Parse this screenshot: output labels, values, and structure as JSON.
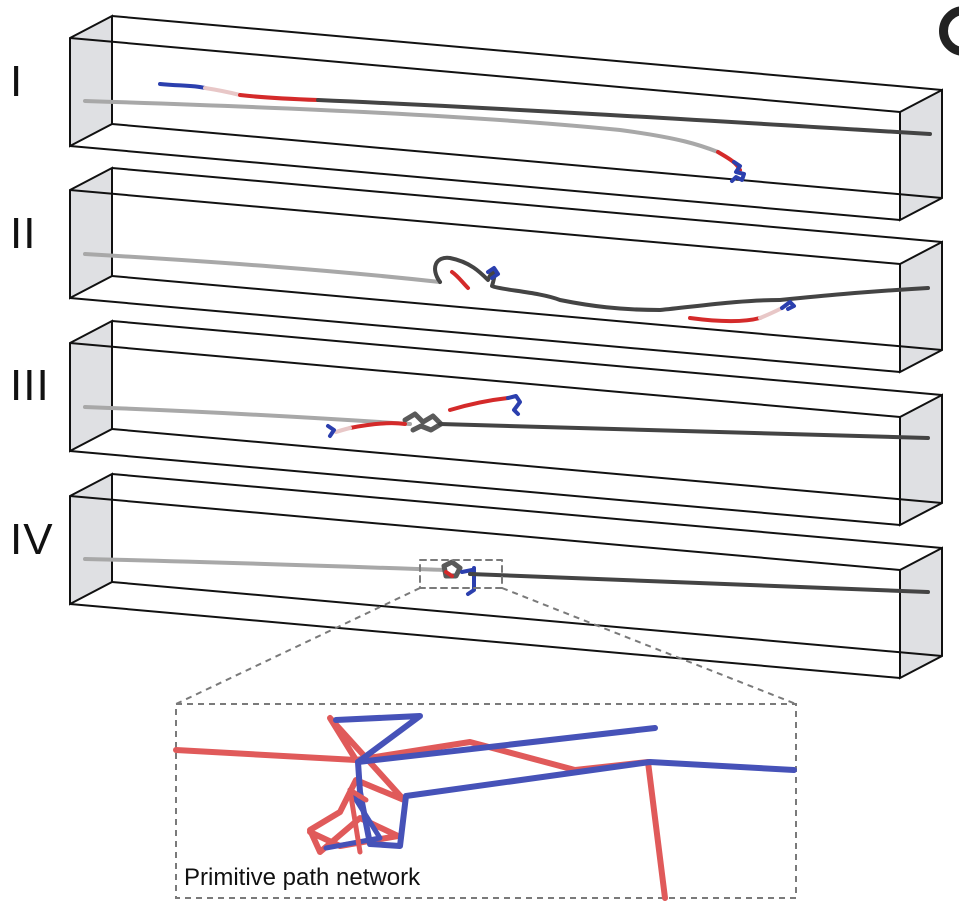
{
  "panels": [
    {
      "id": "I",
      "label": "I"
    },
    {
      "id": "II",
      "label": "II"
    },
    {
      "id": "III",
      "label": "III"
    },
    {
      "id": "IV",
      "label": "IV"
    }
  ],
  "inset": {
    "caption": "Primitive path network"
  },
  "colors": {
    "box_edge": "#111111",
    "box_face": "#dfe0e3",
    "chain_light": "#a8a8a8",
    "chain_dark": "#444444",
    "chain_red": "#d42a2a",
    "chain_blue": "#2b3fae",
    "inset_red": "#e05a5a",
    "inset_blue": "#4652b8",
    "dash": "#7a7a7a"
  }
}
